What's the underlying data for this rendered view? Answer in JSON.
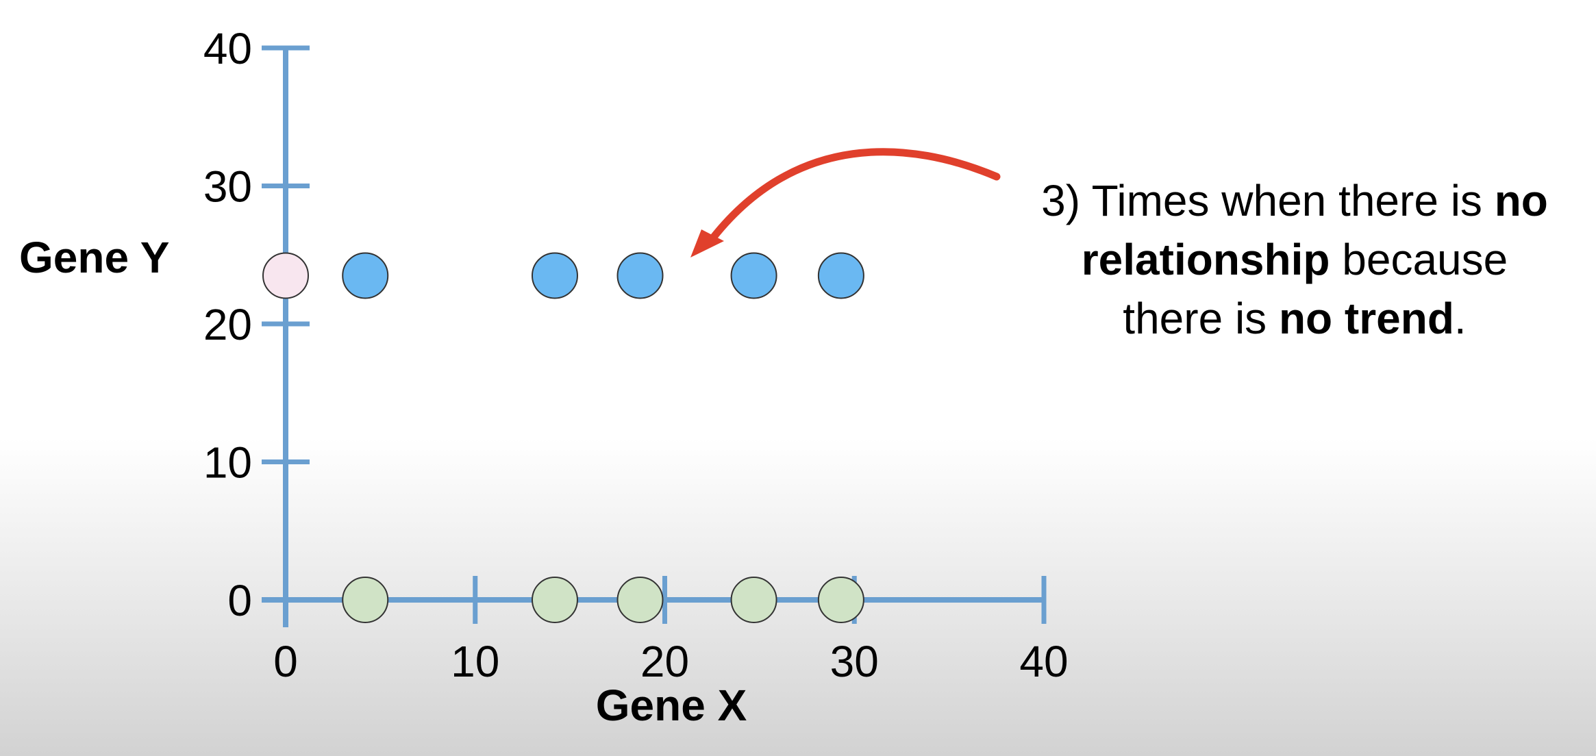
{
  "chart_data": {
    "type": "scatter",
    "xlabel": "Gene X",
    "ylabel": "Gene Y",
    "xlim": [
      0,
      40
    ],
    "ylim": [
      0,
      40
    ],
    "x_ticks": [
      "0",
      "10",
      "20",
      "30",
      "40"
    ],
    "y_ticks": [
      "0",
      "10",
      "20",
      "30",
      "40"
    ],
    "grid": false,
    "colors": {
      "axis": "#6a9fd0",
      "blue_point": "#6ab8f2",
      "green_point": "#d0e3c6",
      "pink_point": "#f8e6ef",
      "arrow": "#e0402c"
    },
    "series": [
      {
        "color": "pink",
        "points": [
          {
            "x": 0,
            "y": 23.5
          }
        ]
      },
      {
        "color": "blue",
        "points": [
          {
            "x": 4.2,
            "y": 23.5
          },
          {
            "x": 14.2,
            "y": 23.5
          },
          {
            "x": 18.7,
            "y": 23.5
          },
          {
            "x": 24.7,
            "y": 23.5
          },
          {
            "x": 29.3,
            "y": 23.5
          }
        ]
      },
      {
        "color": "green",
        "points": [
          {
            "x": 4.2,
            "y": 0
          },
          {
            "x": 14.2,
            "y": 0
          },
          {
            "x": 18.7,
            "y": 0
          },
          {
            "x": 24.7,
            "y": 0
          },
          {
            "x": 29.3,
            "y": 0
          }
        ]
      }
    ]
  },
  "annotation": {
    "line1_a": "3) Times when there is ",
    "line1_b": "no",
    "line2_a": "relationship",
    "line2_b": " because",
    "line3_a": "there is ",
    "line3_b": "no trend",
    "line3_c": "."
  }
}
